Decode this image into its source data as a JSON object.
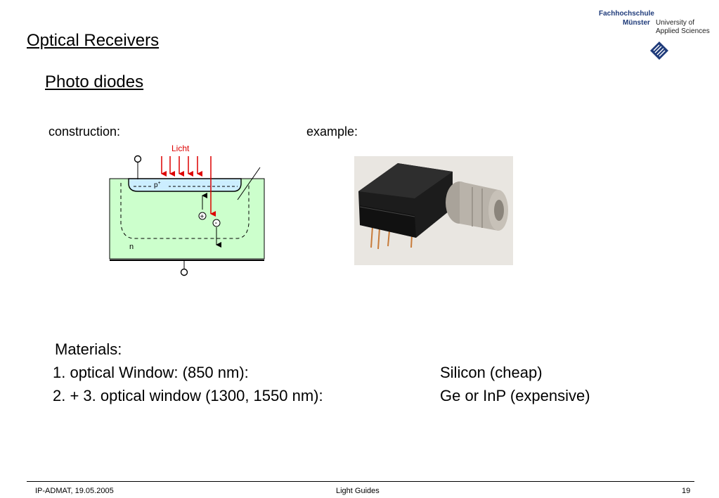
{
  "logo": {
    "line1": "Fachhochschule",
    "line2": "Münster",
    "univ_line1": "University of",
    "univ_line2": "Applied Sciences",
    "brand_color": "#1f3b7a"
  },
  "title": "Optical Receivers",
  "subtitle": "Photo diodes",
  "construction_label": "construction:",
  "example_label": "example:",
  "diagram": {
    "light_label": "Licht",
    "p_label": "p",
    "p_sup": "+",
    "n_label": "n",
    "plus_label": "+",
    "minus_label": "-",
    "substrate_color": "#ccffcc",
    "p_region_color": "#cceeff",
    "light_color": "#dd0000"
  },
  "materials": {
    "heading": "Materials:",
    "rows": [
      {
        "left": "1. optical Window: (850 nm):",
        "right": "Silicon (cheap)"
      },
      {
        "left": "2. + 3. optical window (1300, 1550 nm):",
        "right": "Ge or InP (expensive)"
      }
    ]
  },
  "footer": {
    "left": "IP-ADMAT, 19.05.2005",
    "center": "Light Guides",
    "right": "19"
  }
}
